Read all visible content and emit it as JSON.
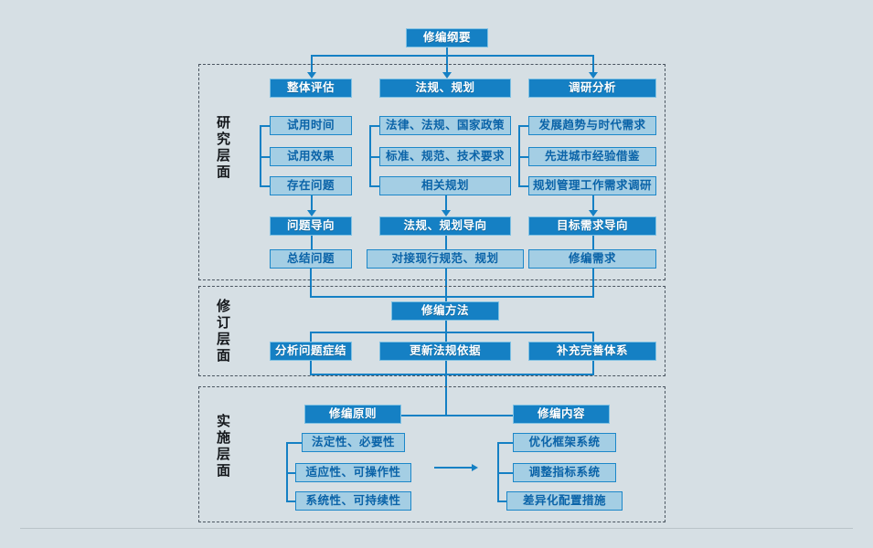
{
  "diagram": {
    "type": "flowchart",
    "title": "修编纲要",
    "root": {
      "label": "修编纲要"
    },
    "colors": {
      "background": "#d6dfe4",
      "dark_box_fill": "#1580c4",
      "dark_box_border": "#7fc1e3",
      "dark_box_text": "#ffffff",
      "light_box_fill": "#a4cee4",
      "light_box_border": "#1c87c9",
      "light_box_text": "#0a63a8",
      "connector": "#1580c4",
      "frame_border": "#4a5560"
    },
    "sections": [
      {
        "id": "research",
        "label": "研究层面",
        "columns": [
          {
            "header": "整体评估",
            "items": [
              "试用时间",
              "试用效果",
              "存在问题"
            ],
            "orientation": "问题导向",
            "outcome": "总结问题"
          },
          {
            "header": "法规、规划",
            "items": [
              "法律、法规、国家政策",
              "标准、规范、技术要求",
              "相关规划"
            ],
            "orientation": "法规、规划导向",
            "outcome": "对接现行规范、规划"
          },
          {
            "header": "调研分析",
            "items": [
              "发展趋势与时代需求",
              "先进城市经验借鉴",
              "规划管理工作需求调研"
            ],
            "orientation": "目标需求导向",
            "outcome": "修编需求"
          }
        ]
      },
      {
        "id": "revision",
        "label": "修订层面",
        "header": "修编方法",
        "items": [
          "分析问题症结",
          "更新法规依据",
          "补充完善体系"
        ]
      },
      {
        "id": "implementation",
        "label": "实施层面",
        "groups": [
          {
            "header": "修编原则",
            "items": [
              "法定性、必要性",
              "适应性、可操作性",
              "系统性、可持续性"
            ]
          },
          {
            "header": "修编内容",
            "items": [
              "优化框架系统",
              "调整指标系统",
              "差异化配置措施"
            ]
          }
        ]
      }
    ]
  }
}
